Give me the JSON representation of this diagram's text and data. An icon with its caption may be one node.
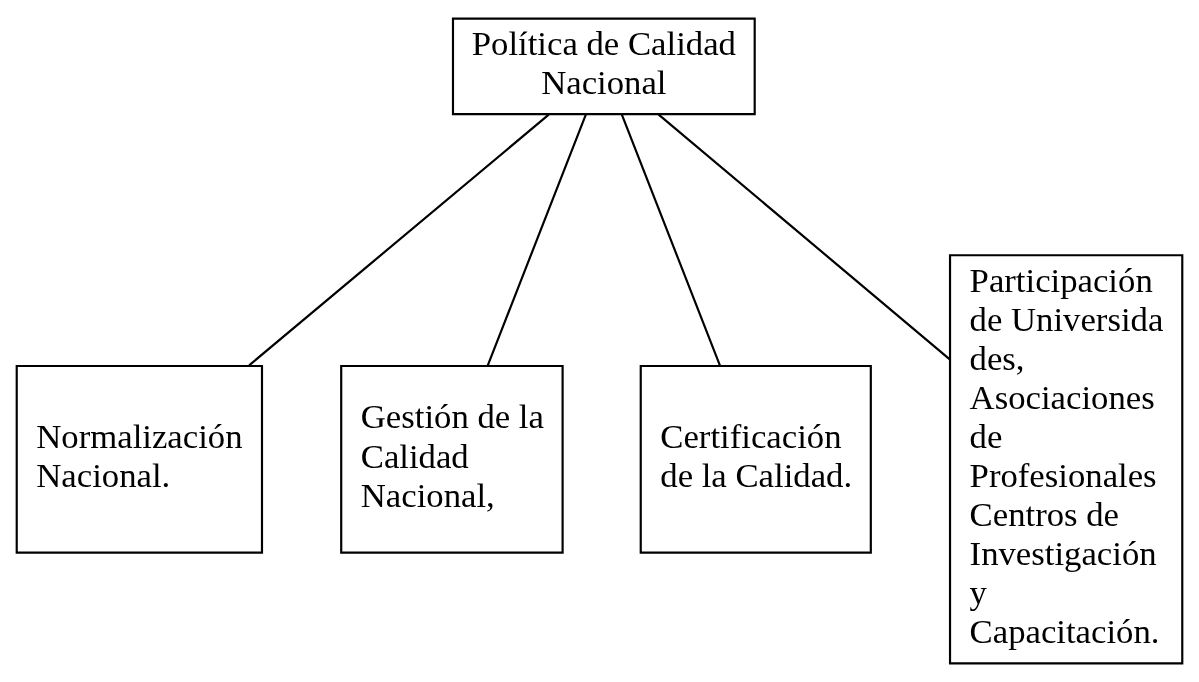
{
  "diagram": {
    "nodes": [
      {
        "text": [
          "Política de Calidad Nacional"
        ]
      },
      {
        "text": [
          "Normalización Nacional."
        ]
      },
      {
        "text": [
          "Gestión de la Calidad Nacional,"
        ]
      },
      {
        "text": [
          "Certificación de la Calidad."
        ]
      },
      {
        "text": [
          "Participación de Universidades, Asociaciones de Profesionales Centros de Investigación y Capacitación."
        ]
      }
    ],
    "edges": [
      {
        "from": 0,
        "to": 1,
        "arrow": "none"
      },
      {
        "from": 0,
        "to": 2,
        "arrow": "none"
      },
      {
        "from": 0,
        "to": 3,
        "arrow": "none"
      },
      {
        "from": 0,
        "to": 4,
        "arrow": "none"
      }
    ]
  }
}
